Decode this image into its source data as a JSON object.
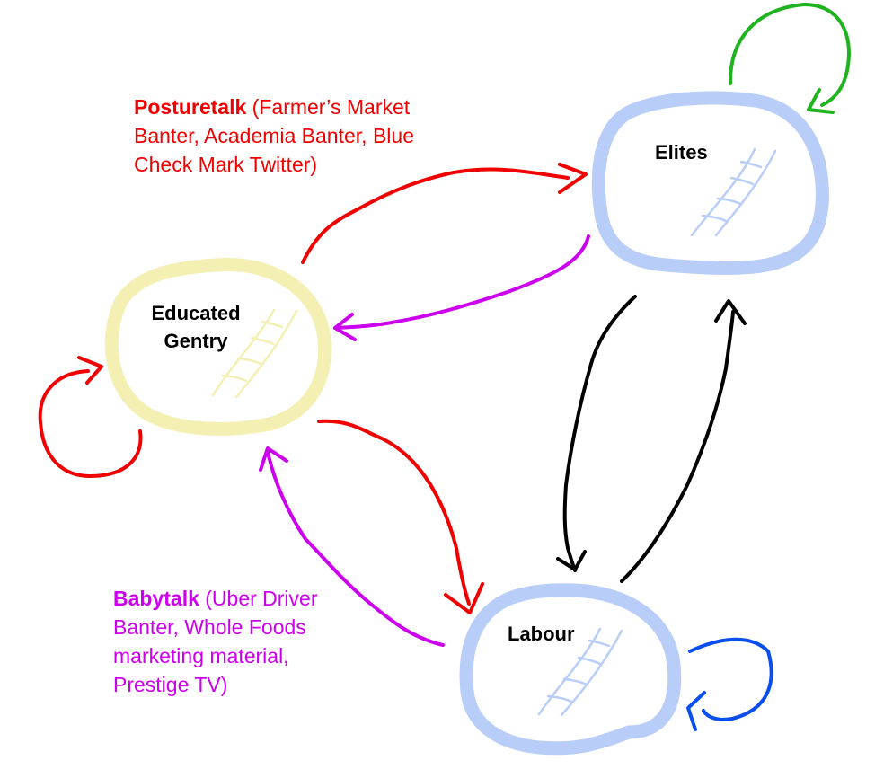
{
  "colors": {
    "posturetalk": "#f00000",
    "babytalk": "#cc00ee",
    "elites_loop": "#1fb41f",
    "labour_loop": "#0a4ef0",
    "elite_labour": "#000000",
    "elites_ring": "#b8cdf8",
    "gentry_ring": "#f4f0b4",
    "labour_ring": "#b8cdf8"
  },
  "nodes": {
    "elites": {
      "label": "Elites"
    },
    "gentry": {
      "label_line1": "Educated",
      "label_line2": "Gentry"
    },
    "labour": {
      "label": "Labour"
    }
  },
  "annotations": {
    "posturetalk": {
      "title": "Posturetalk",
      "line1_rest": " (Farmer’s Market",
      "line2": "Banter, Academia Banter, Blue",
      "line3": "Check Mark Twitter)"
    },
    "babytalk": {
      "title": "Babytalk",
      "line1_rest": " (Uber Driver",
      "line2": "Banter, Whole Foods",
      "line3": "marketing material,",
      "line4": "Prestige TV)"
    }
  },
  "edges": [
    {
      "from": "Educated Gentry",
      "to": "Elites",
      "kind": "posturetalk"
    },
    {
      "from": "Elites",
      "to": "Educated Gentry",
      "kind": "babytalk"
    },
    {
      "from": "Educated Gentry",
      "to": "Labour",
      "kind": "posturetalk"
    },
    {
      "from": "Labour",
      "to": "Educated Gentry",
      "kind": "babytalk"
    },
    {
      "from": "Elites",
      "to": "Labour",
      "kind": "elite_labour"
    },
    {
      "from": "Labour",
      "to": "Elites",
      "kind": "elite_labour"
    },
    {
      "from": "Educated Gentry",
      "to": "Educated Gentry",
      "kind": "posturetalk"
    },
    {
      "from": "Elites",
      "to": "Elites",
      "kind": "elites_loop"
    },
    {
      "from": "Labour",
      "to": "Labour",
      "kind": "labour_loop"
    }
  ]
}
